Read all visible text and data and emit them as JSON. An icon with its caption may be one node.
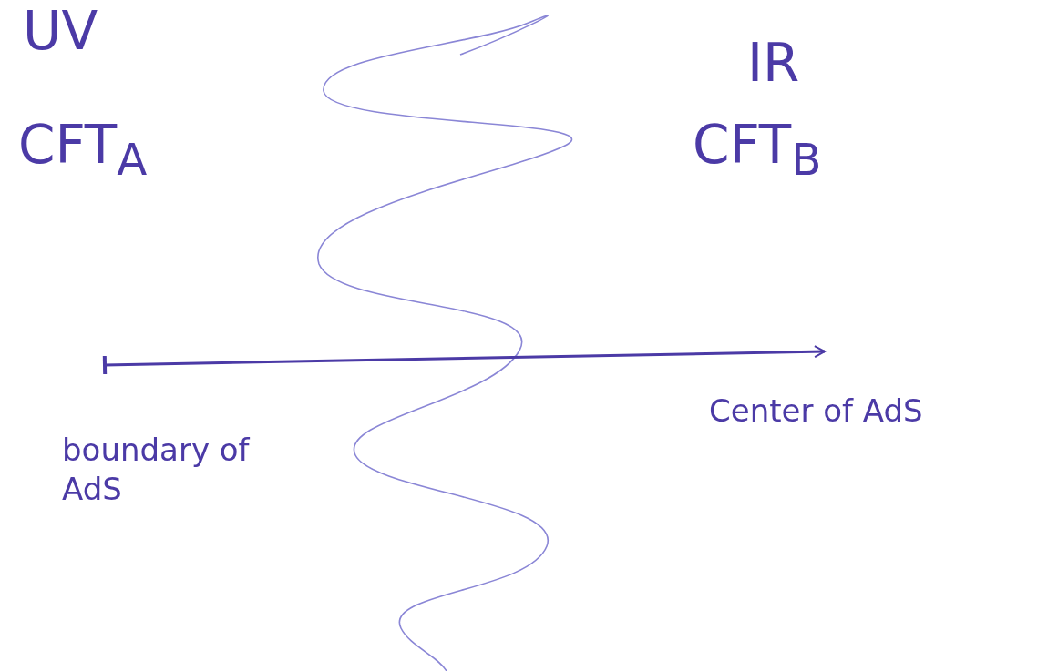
{
  "diagram": {
    "nodes": [
      {
        "text": [
          "boundary of AdS"
        ]
      },
      {
        "text": [
          "Center of AdS"
        ]
      }
    ],
    "edges": [
      {
        "from": 0,
        "to": 1,
        "arrow": "to"
      }
    ],
    "labels": [
      "UV",
      "IR",
      "CFT$_{A}$",
      "CFT$_{B}$"
    ]
  }
}
